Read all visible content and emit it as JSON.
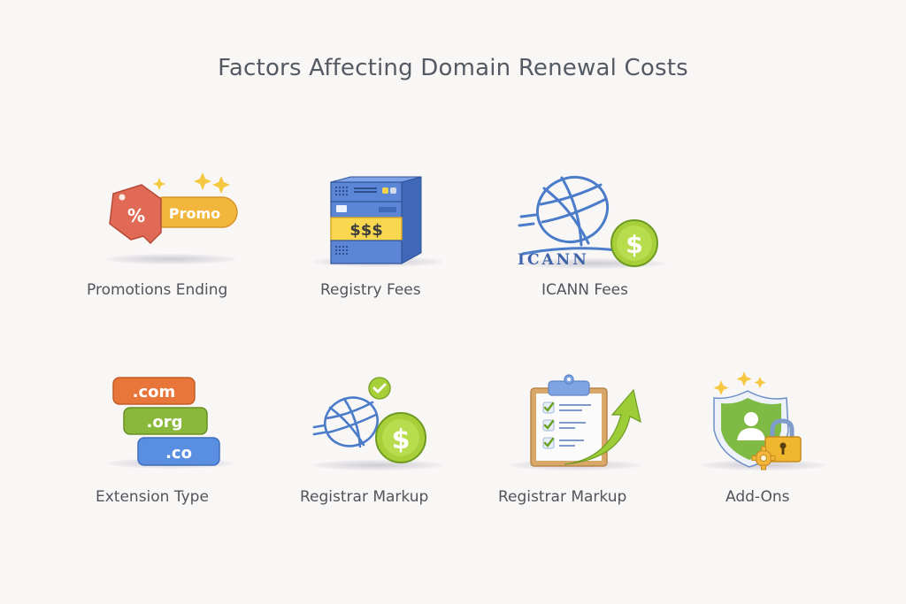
{
  "title": "Factors Affecting Domain Renewal Costs",
  "colors": {
    "background": "#f9f6f6",
    "text": "#50555c",
    "tag_red": "#e06a55",
    "promo_yellow": "#f2b63c",
    "server_blue": "#5b86d6",
    "money_yellow": "#f9d84f",
    "globe_blue": "#4a7cc9",
    "coin_green": "#a6cf3a",
    "com_orange": "#e8763a",
    "org_green": "#8ab83a",
    "co_blue": "#5a8ee0",
    "shield_green": "#7fba45",
    "lock_gold": "#f0b630"
  },
  "factors": [
    {
      "id": "promotions",
      "label": "Promotions Ending",
      "icon": "promo-tag-icon",
      "icon_text": {
        "percent": "%",
        "badge": "Promo"
      }
    },
    {
      "id": "registry",
      "label": "Registry Fees",
      "icon": "server-stack-icon",
      "icon_text": {
        "money": "$$$"
      }
    },
    {
      "id": "icann",
      "label": "ICANN Fees",
      "icon": "icann-globe-coin-icon",
      "icon_text": {
        "wordmark": "ICANN",
        "coin": "$"
      }
    },
    {
      "id": "extension",
      "label": "Extension Type",
      "icon": "domain-extensions-icon",
      "icon_text": {
        "ext1": ".com",
        "ext2": ".org",
        "ext3": ".co"
      }
    },
    {
      "id": "registrar1",
      "label": "Registrar Markup",
      "icon": "globe-coin-check-icon",
      "icon_text": {
        "coin": "$"
      }
    },
    {
      "id": "registrar2",
      "label": "Registrar Markup",
      "icon": "clipboard-arrow-icon",
      "icon_text": {}
    },
    {
      "id": "addons",
      "label": "Add-Ons",
      "icon": "shield-lock-icon",
      "icon_text": {}
    }
  ]
}
